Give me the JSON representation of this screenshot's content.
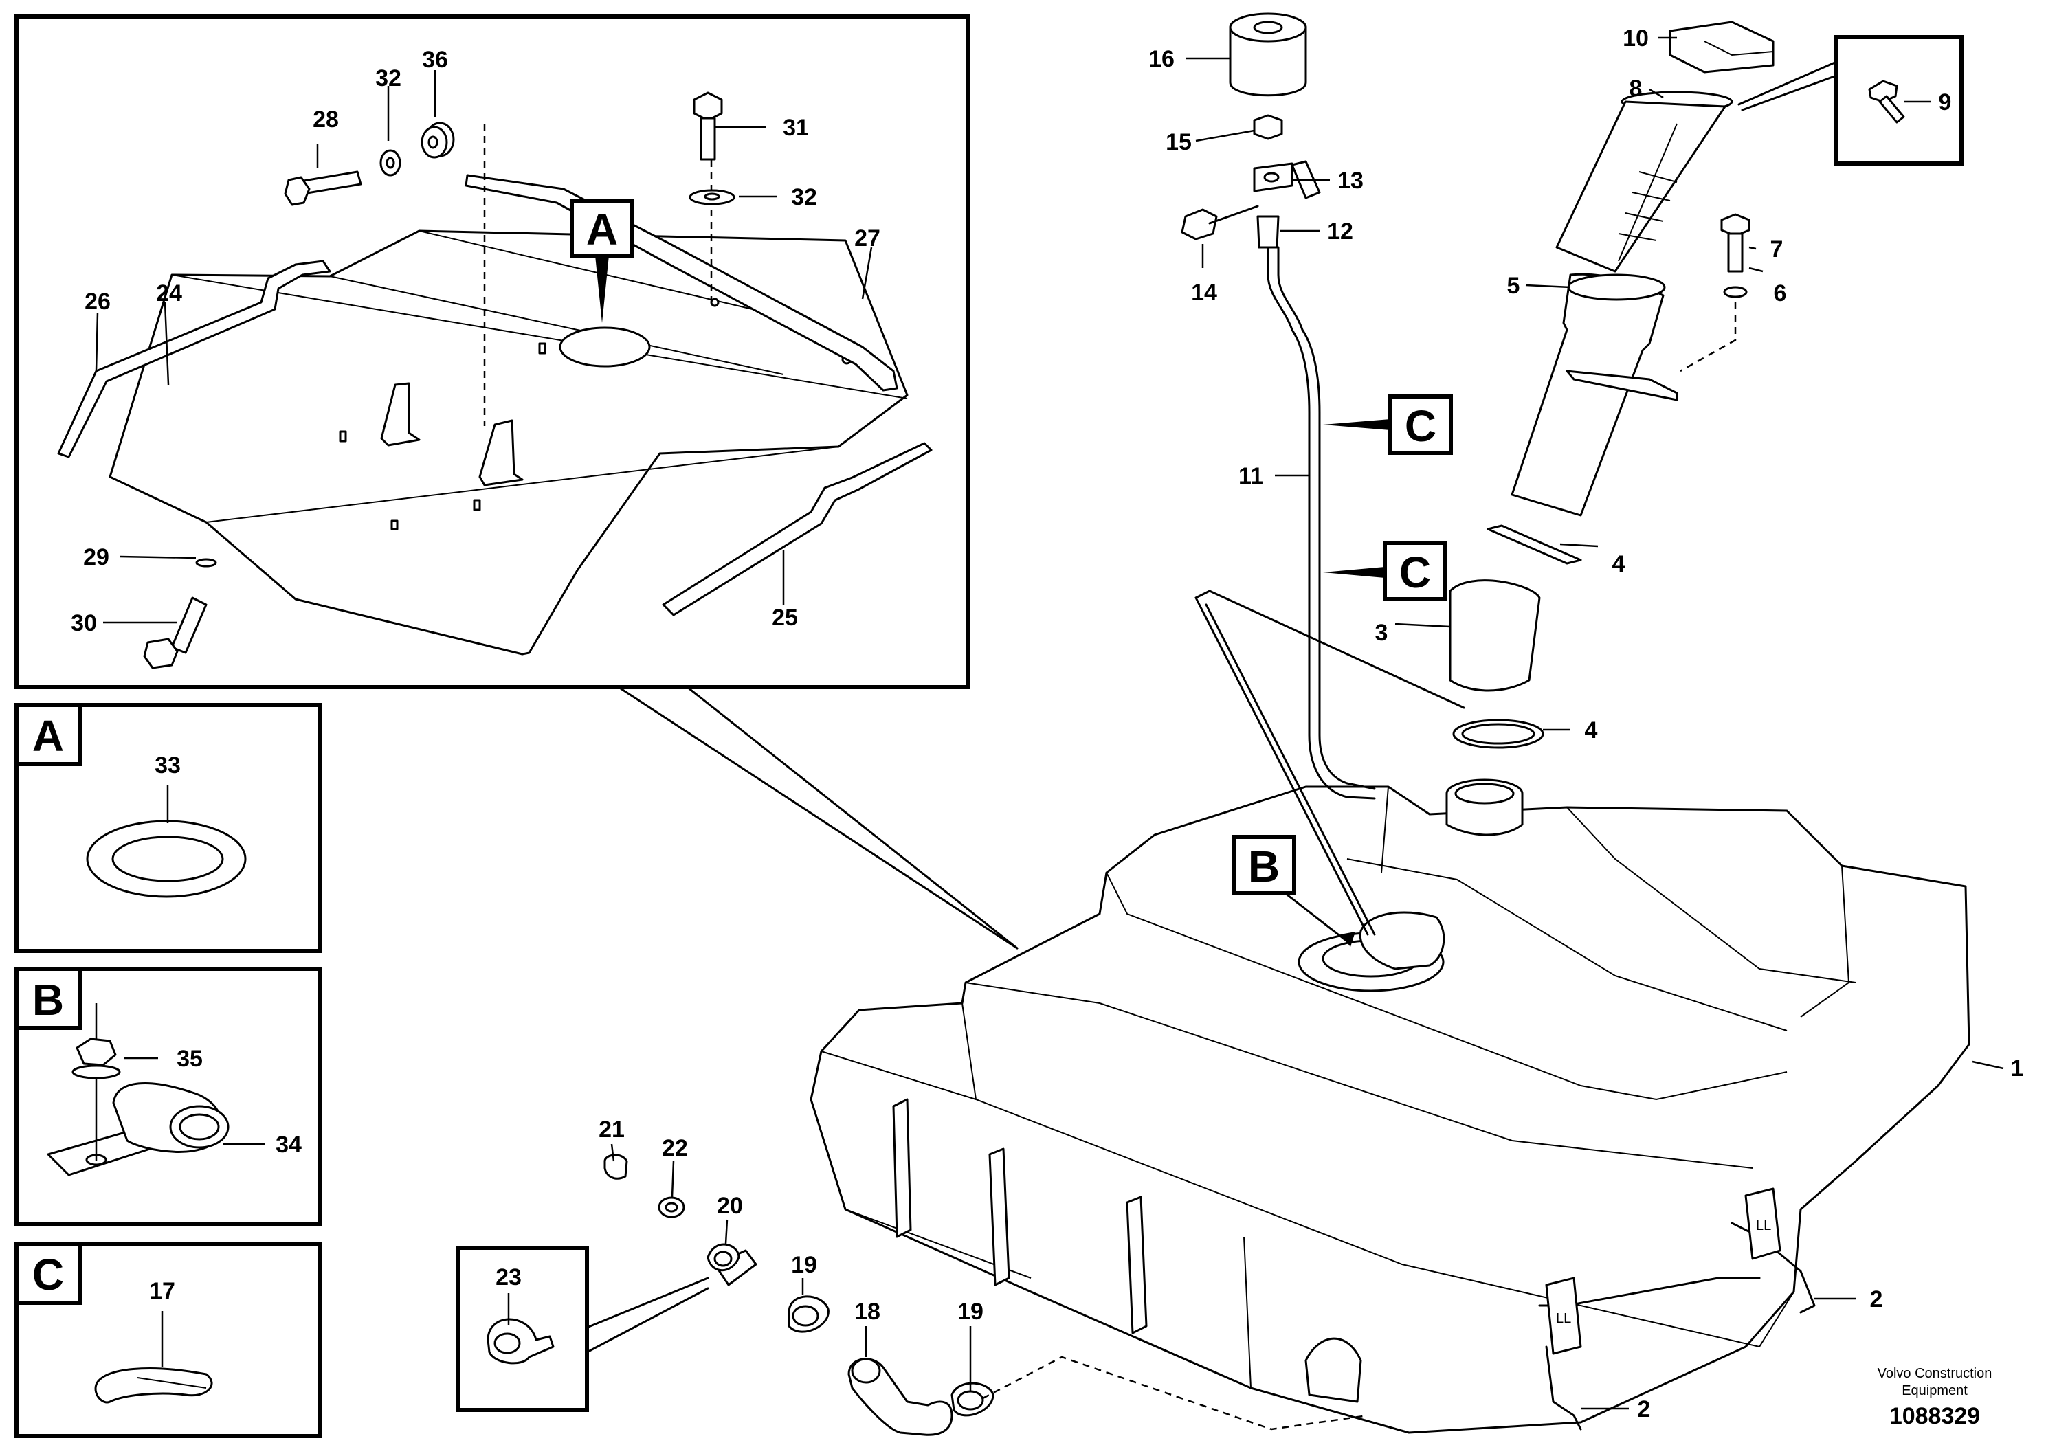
{
  "callouts": {
    "c1": "1",
    "c2a": "2",
    "c2b": "2",
    "c3": "3",
    "c4a": "4",
    "c4b": "4",
    "c5": "5",
    "c6": "6",
    "c7": "7",
    "c8": "8",
    "c9": "9",
    "c10": "10",
    "c11": "11",
    "c12": "12",
    "c13": "13",
    "c14": "14",
    "c15": "15",
    "c16": "16",
    "c17": "17",
    "c18": "18",
    "c19a": "19",
    "c19b": "19",
    "c20": "20",
    "c21": "21",
    "c22": "22",
    "c23": "23",
    "c24": "24",
    "c25": "25",
    "c26": "26",
    "c27": "27",
    "c28": "28",
    "c29": "29",
    "c30": "30",
    "c31": "31",
    "c32a": "32",
    "c32b": "32",
    "c33": "33",
    "c34": "34",
    "c35": "35",
    "c36": "36"
  },
  "detail_markers": {
    "a_main": "A",
    "a_detail": "A",
    "b_main": "B",
    "b_detail": "B",
    "c_main1": "C",
    "c_main2": "C",
    "c_detail": "C"
  },
  "tank_marking": "LL",
  "footer": {
    "company_line1": "Volvo Construction",
    "company_line2": "Equipment",
    "drawing_number": "1088329"
  }
}
